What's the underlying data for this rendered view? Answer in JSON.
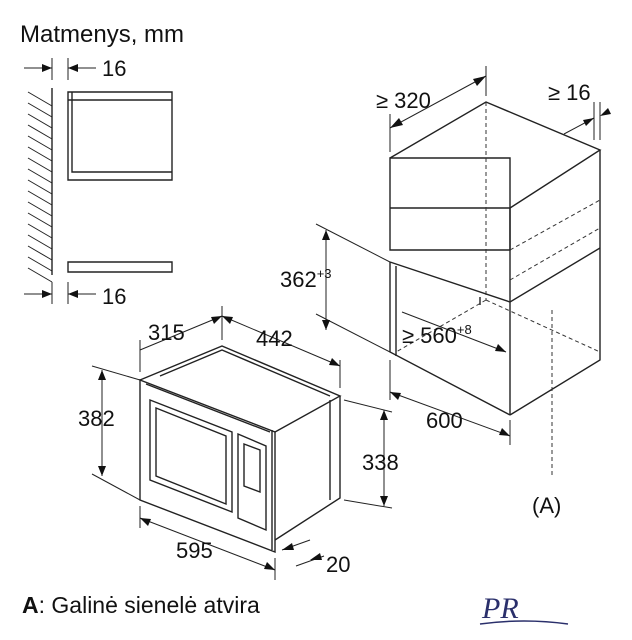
{
  "title": "Matmenys, mm",
  "side_view": {
    "top_gap": "16",
    "bottom_gap": "16"
  },
  "niche": {
    "depth_min": "≥ 320",
    "side_gap": "≥ 16",
    "height_base": "362",
    "height_tol": "+3",
    "width_base": "≥ 560",
    "width_tol": "+8",
    "depth": "600",
    "opening_label": "(A)"
  },
  "appliance": {
    "depth": "315",
    "body_width": "442",
    "height_front": "382",
    "height_body": "338",
    "width_front": "595",
    "frame_depth": "20"
  },
  "footnote": {
    "key": "A",
    "text": ": Galinė sienelė atvira"
  },
  "logo": {
    "monogram": "PR",
    "color": "#2a2f6b"
  }
}
